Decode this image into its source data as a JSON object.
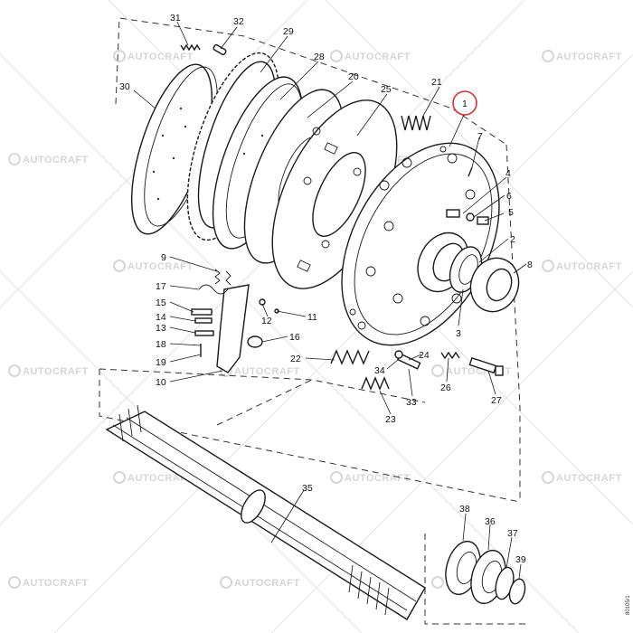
{
  "watermark": {
    "text": "AUTOCRAFT"
  },
  "drawing_code": "80105/1",
  "highlight": {
    "color": "#e03030",
    "part": "1"
  },
  "parts": [
    {
      "id": "p1",
      "label": "1"
    },
    {
      "id": "p2",
      "label": "2"
    },
    {
      "id": "p3",
      "label": "3"
    },
    {
      "id": "p4",
      "label": "4"
    },
    {
      "id": "p5",
      "label": "5"
    },
    {
      "id": "p6",
      "label": "6"
    },
    {
      "id": "p7",
      "label": "7"
    },
    {
      "id": "p8",
      "label": "8"
    },
    {
      "id": "p9",
      "label": "9"
    },
    {
      "id": "p10",
      "label": "10"
    },
    {
      "id": "p11",
      "label": "11"
    },
    {
      "id": "p12",
      "label": "12"
    },
    {
      "id": "p13",
      "label": "13"
    },
    {
      "id": "p14",
      "label": "14"
    },
    {
      "id": "p15",
      "label": "15"
    },
    {
      "id": "p16",
      "label": "16"
    },
    {
      "id": "p17",
      "label": "17"
    },
    {
      "id": "p18",
      "label": "18"
    },
    {
      "id": "p19",
      "label": "19"
    },
    {
      "id": "p20",
      "label": "20"
    },
    {
      "id": "p21",
      "label": "21"
    },
    {
      "id": "p22",
      "label": "22"
    },
    {
      "id": "p23",
      "label": "23"
    },
    {
      "id": "p24",
      "label": "24"
    },
    {
      "id": "p25",
      "label": "25"
    },
    {
      "id": "p26",
      "label": "26"
    },
    {
      "id": "p27",
      "label": "27"
    },
    {
      "id": "p28",
      "label": "28"
    },
    {
      "id": "p29",
      "label": "29"
    },
    {
      "id": "p30",
      "label": "30"
    },
    {
      "id": "p31",
      "label": "31"
    },
    {
      "id": "p32",
      "label": "32"
    },
    {
      "id": "p33",
      "label": "33"
    },
    {
      "id": "p34",
      "label": "34"
    },
    {
      "id": "p35",
      "label": "35"
    },
    {
      "id": "p36",
      "label": "36"
    },
    {
      "id": "p37",
      "label": "37"
    },
    {
      "id": "p38",
      "label": "38"
    },
    {
      "id": "p39",
      "label": "39"
    }
  ]
}
